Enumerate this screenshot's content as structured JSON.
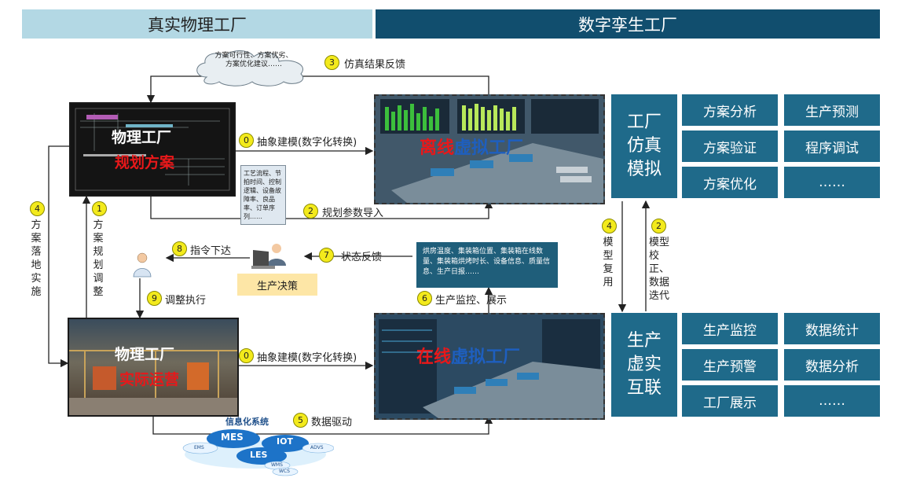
{
  "headers": {
    "left": "真实物理工厂",
    "right": "数字孪生工厂"
  },
  "cloud": {
    "text": "方案可行性、方案优劣、方案优化建议……"
  },
  "steps": {
    "s0a": {
      "num": "0",
      "label": "抽象建模(数字化转换)"
    },
    "s0b": {
      "num": "0",
      "label": "抽象建模(数字化转换)"
    },
    "s1": {
      "num": "1",
      "label": "方案规划调整"
    },
    "s2": {
      "num": "2",
      "label": "规划参数导入"
    },
    "s3": {
      "num": "3",
      "label": "仿真结果反馈"
    },
    "s4": {
      "num": "4",
      "label": "方案落地实施"
    },
    "s5": {
      "num": "5",
      "label": "数据驱动"
    },
    "s6": {
      "num": "6",
      "label": "生产监控、展示"
    },
    "s7": {
      "num": "7",
      "label": "状态反馈"
    },
    "s8": {
      "num": "8",
      "label": "指令下达"
    },
    "s9": {
      "num": "9",
      "label": "调整执行"
    },
    "m4": {
      "num": "4",
      "label": "模型复用"
    },
    "m2": {
      "num": "2",
      "label": "模型校正、数据迭代"
    }
  },
  "physical_plan": {
    "line1": "物理工厂",
    "line2": "规划方案"
  },
  "physical_ops": {
    "line1": "物理工厂",
    "line2": "实际运营"
  },
  "offline": {
    "title_a": "离线",
    "title_b": "虚拟工厂"
  },
  "online": {
    "title_a": "在线",
    "title_b": "虚拟工厂"
  },
  "param_note": {
    "text": "工艺流程、节拍时间、控制逻辑、设备故障率、良品率、订单序列……"
  },
  "status_note": {
    "text": "烘房温度、集装箱位置、集装箱在线数量、集装箱烘烤时长、设备信息、质量信息、生产日报……"
  },
  "decision": {
    "label": "生产决策"
  },
  "infosys": {
    "title": "信息化系统",
    "mes": "MES",
    "iot": "IOT",
    "les": "LES",
    "ems": "EMS",
    "ados": "ADVS",
    "wms": "WMS",
    "wcs": "WCS"
  },
  "sim_block": {
    "title": "工厂仿真模拟",
    "items": [
      "方案分析",
      "生产预测",
      "方案验证",
      "程序调试",
      "方案优化",
      "……"
    ]
  },
  "rt_block": {
    "title": "生产虚实互联",
    "items": [
      "生产监控",
      "数据统计",
      "生产预警",
      "数据分析",
      "工厂展示",
      "……"
    ]
  },
  "colors": {
    "header_left": "#b3d8e4",
    "header_right": "#114e6e",
    "tile": "#1f6a8a",
    "badge": "#f3ea1c",
    "red": "#e8181a"
  }
}
